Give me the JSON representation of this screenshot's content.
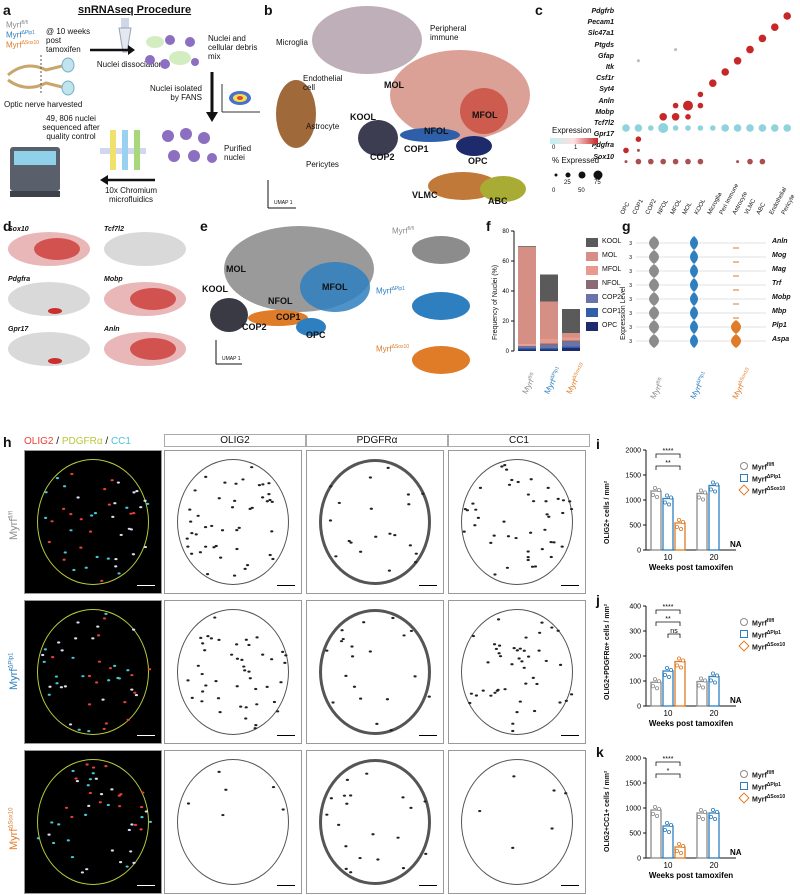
{
  "panels": {
    "a": "a",
    "b": "b",
    "c": "c",
    "d": "d",
    "e": "e",
    "f": "f",
    "g": "g",
    "h": "h",
    "i": "i",
    "j": "j",
    "k": "k"
  },
  "a": {
    "title": "snRNAseq Procedure",
    "genotypes": [
      "Myrf",
      "Myrf",
      "Myrf"
    ],
    "genotype_sups": [
      "fl/fl",
      "ΔPlp1",
      "ΔSox10"
    ],
    "timing": "@ 10 weeks post tamoxifen",
    "optic": "Optic nerve harvested",
    "dissoc": "Nuclei dissociation",
    "mix": "Nuclei and cellular debris mix",
    "fans": "Nuclei isolated by FANS",
    "purified": "Purified nuclei",
    "chromium": "10x Chromium microfluidics",
    "sequenced": "49, 806 nuclei sequenced after quality control"
  },
  "b": {
    "labels": [
      "Microglia",
      "Peripheral immune",
      "Endothelial cell",
      "Astrocyte",
      "Pericytes",
      "MOL",
      "MFOL",
      "NFOL",
      "KOOL",
      "COP1",
      "COP2",
      "OPC",
      "VLMC",
      "ABC"
    ],
    "axis1": "UMAP 1",
    "axis2": "UMAP 2"
  },
  "c": {
    "genes": [
      "Pdgfrb",
      "Pecam1",
      "Slc47a1",
      "Ptgds",
      "Gfap",
      "Itk",
      "Csf1r",
      "Syt4",
      "Anln",
      "Mobp",
      "Tcf7l2",
      "Gpr17",
      "Pdgfra",
      "Sox10"
    ],
    "cells": [
      "OPC",
      "COP1",
      "COP2",
      "NFOL",
      "MFOL",
      "MOL",
      "KOOL",
      "Microglia",
      "Peri Immune",
      "Astrocyte",
      "VLMC",
      "ABC",
      "Endothelial",
      "Pericyte"
    ],
    "expression_title": "Expression",
    "expression_ticks": [
      "0",
      "1",
      "2"
    ],
    "pct_title": "% Expressed",
    "pct_ticks": [
      "25",
      "75",
      "0",
      "50"
    ],
    "dots": [
      [
        0,
        13,
        1
      ],
      [
        1,
        13,
        2
      ],
      [
        2,
        13,
        2
      ],
      [
        3,
        13,
        2
      ],
      [
        4,
        13,
        2
      ],
      [
        5,
        13,
        2
      ],
      [
        6,
        13,
        2
      ],
      [
        9,
        13,
        1
      ],
      [
        10,
        13,
        2
      ],
      [
        11,
        13,
        2
      ],
      [
        0,
        12,
        2
      ],
      [
        1,
        12,
        1
      ],
      [
        1,
        11,
        2
      ],
      [
        0,
        10,
        3
      ],
      [
        1,
        10,
        3
      ],
      [
        2,
        10,
        2
      ],
      [
        3,
        10,
        4
      ],
      [
        4,
        10,
        2
      ],
      [
        5,
        10,
        2
      ],
      [
        6,
        10,
        2
      ],
      [
        7,
        10,
        2
      ],
      [
        8,
        10,
        3
      ],
      [
        9,
        10,
        3
      ],
      [
        10,
        10,
        3
      ],
      [
        11,
        10,
        3
      ],
      [
        12,
        10,
        3
      ],
      [
        13,
        10,
        3
      ],
      [
        3,
        9,
        3
      ],
      [
        4,
        9,
        3
      ],
      [
        5,
        9,
        2
      ],
      [
        4,
        8,
        2
      ],
      [
        5,
        8,
        4
      ],
      [
        6,
        8,
        2
      ],
      [
        6,
        7,
        2
      ],
      [
        7,
        6,
        3
      ],
      [
        8,
        5,
        3
      ],
      [
        9,
        4,
        3
      ],
      [
        1,
        4,
        1
      ],
      [
        10,
        3,
        3
      ],
      [
        4,
        3,
        1
      ],
      [
        11,
        2,
        3
      ],
      [
        12,
        1,
        3
      ],
      [
        13,
        0,
        3
      ]
    ]
  },
  "d": {
    "genes": [
      "Sox10",
      "Tcf7l2",
      "Pdgfra",
      "Mobp",
      "Gpr17",
      "Anln"
    ]
  },
  "e": {
    "labels": [
      "MOL",
      "MFOL",
      "NFOL",
      "KOOL",
      "COP1",
      "COP2",
      "OPC"
    ],
    "side": [
      "Myrf",
      "Myrf",
      "Myrf"
    ],
    "side_sups": [
      "fl/fl",
      "ΔPlp1",
      "ΔSox10"
    ],
    "axis1": "UMAP 1",
    "axis2": "UMAP 2"
  },
  "f": {
    "ylabel": "Frequency of Nuclei (%)",
    "yticks": [
      "0",
      "20",
      "40",
      "60",
      "80"
    ],
    "xcats": [
      "Myrf",
      "Myrf",
      "Myrf"
    ],
    "xsups": [
      "fl/fl",
      "ΔPlp1",
      "ΔSox10"
    ],
    "legend": [
      "KOOL",
      "MOL",
      "MFOL",
      "NFOL",
      "COP2",
      "COP1",
      "OPC"
    ]
  },
  "g": {
    "ylabel": "Expression Level",
    "genes": [
      "Anln",
      "Mog",
      "Mag",
      "Trf",
      "Mobp",
      "Mbp",
      "Plp1",
      "Aspa"
    ],
    "tick": "3",
    "xcats": [
      "Myrf",
      "Myrf",
      "Myrf"
    ],
    "xsups": [
      "fl/fl",
      "ΔPlp1",
      "ΔSox10"
    ]
  },
  "h": {
    "merge_title_parts": [
      "OLIG2",
      " / ",
      "PDGFRα",
      " / ",
      "CC1"
    ],
    "columns": [
      "OLIG2",
      "PDGFRα",
      "CC1"
    ],
    "rows": [
      "Myrf",
      "Myrf",
      "Myrf"
    ],
    "row_sups": [
      "fl/fl",
      "ΔPlp1",
      "ΔSox10"
    ]
  },
  "stats_legend": {
    "items": [
      "Myrf",
      "Myrf",
      "Myrf"
    ],
    "sups": [
      "fl/fl",
      "ΔPlp1",
      "ΔSox10"
    ]
  },
  "i": {
    "ylabel": "OLIG2+ cells / mm²",
    "yticks": [
      "0",
      "500",
      "1000",
      "1500",
      "2000"
    ],
    "xlabel": "Weeks post tamoxifen",
    "xticks": [
      "10",
      "20"
    ],
    "sig": [
      "****",
      "**"
    ],
    "na": "NA"
  },
  "j": {
    "ylabel": "OLIG2+PDGFRα+ cells / mm²",
    "yticks": [
      "0",
      "100",
      "200",
      "300",
      "400"
    ],
    "xlabel": "Weeks post tamoxifen",
    "xticks": [
      "10",
      "20"
    ],
    "sig": [
      "****",
      "**",
      "ns"
    ],
    "na": "NA"
  },
  "k": {
    "ylabel": "OLIG2+CC1+ cells / mm²",
    "yticks": [
      "0",
      "500",
      "1000",
      "1500",
      "2000"
    ],
    "xlabel": "Weeks post tamoxifen",
    "xticks": [
      "10",
      "20"
    ],
    "sig": [
      "****",
      "*"
    ],
    "na": "NA"
  },
  "colors": {
    "flfl": "#8c8c8c",
    "plp1": "#2e7fbf",
    "sox10": "#e07b27",
    "olig2": "#e8413a",
    "pdgfra": "#b9c93a",
    "cc1": "#49c6d6",
    "mol": "#d58f84",
    "mfol": "#c94a3c",
    "kool": "#3d3d52",
    "cop": "#2e5fa8",
    "opc": "#1d2a6b",
    "vlmc": "#c1793a",
    "abc": "#a9ac34",
    "micro": "#b3a1ad",
    "astro": "#a0693a",
    "dot_red": "#c62828",
    "dot_cyan": "#8fd3dc"
  },
  "chart_data": [
    {
      "type": "bar",
      "panel": "f",
      "categories": [
        "Myrf fl/fl",
        "Myrf ΔPlp1",
        "Myrf ΔSox10"
      ],
      "series": [
        {
          "name": "OPC",
          "values": [
            1,
            1,
            2
          ]
        },
        {
          "name": "COP1",
          "values": [
            1,
            1,
            1
          ]
        },
        {
          "name": "COP2",
          "values": [
            1,
            2,
            3
          ]
        },
        {
          "name": "NFOL",
          "values": [
            0.5,
            1,
            1
          ]
        },
        {
          "name": "MFOL",
          "values": [
            1,
            3,
            2
          ]
        },
        {
          "name": "MOL",
          "values": [
            65,
            25,
            3
          ]
        },
        {
          "name": "KOOL",
          "values": [
            0.5,
            18,
            16
          ]
        }
      ],
      "ylim": [
        0,
        80
      ]
    },
    {
      "type": "bar",
      "panel": "i",
      "categories": [
        "10",
        "20"
      ],
      "series": [
        {
          "name": "Myrf fl/fl",
          "values": [
            1180,
            1130
          ]
        },
        {
          "name": "Myrf ΔPlp1",
          "values": [
            1030,
            1290
          ]
        },
        {
          "name": "Myrf ΔSox10",
          "values": [
            540,
            null
          ]
        }
      ],
      "ylim": [
        0,
        2000
      ]
    },
    {
      "type": "bar",
      "panel": "j",
      "categories": [
        "10",
        "20"
      ],
      "series": [
        {
          "name": "Myrf fl/fl",
          "values": [
            95,
            98
          ]
        },
        {
          "name": "Myrf ΔPlp1",
          "values": [
            140,
            118
          ]
        },
        {
          "name": "Myrf ΔSox10",
          "values": [
            178,
            null
          ]
        }
      ],
      "ylim": [
        0,
        400
      ]
    },
    {
      "type": "bar",
      "panel": "k",
      "categories": [
        "10",
        "20"
      ],
      "series": [
        {
          "name": "Myrf fl/fl",
          "values": [
            960,
            900
          ]
        },
        {
          "name": "Myrf ΔPlp1",
          "values": [
            640,
            900
          ]
        },
        {
          "name": "Myrf ΔSox10",
          "values": [
            220,
            null
          ]
        }
      ],
      "ylim": [
        0,
        2000
      ]
    }
  ]
}
